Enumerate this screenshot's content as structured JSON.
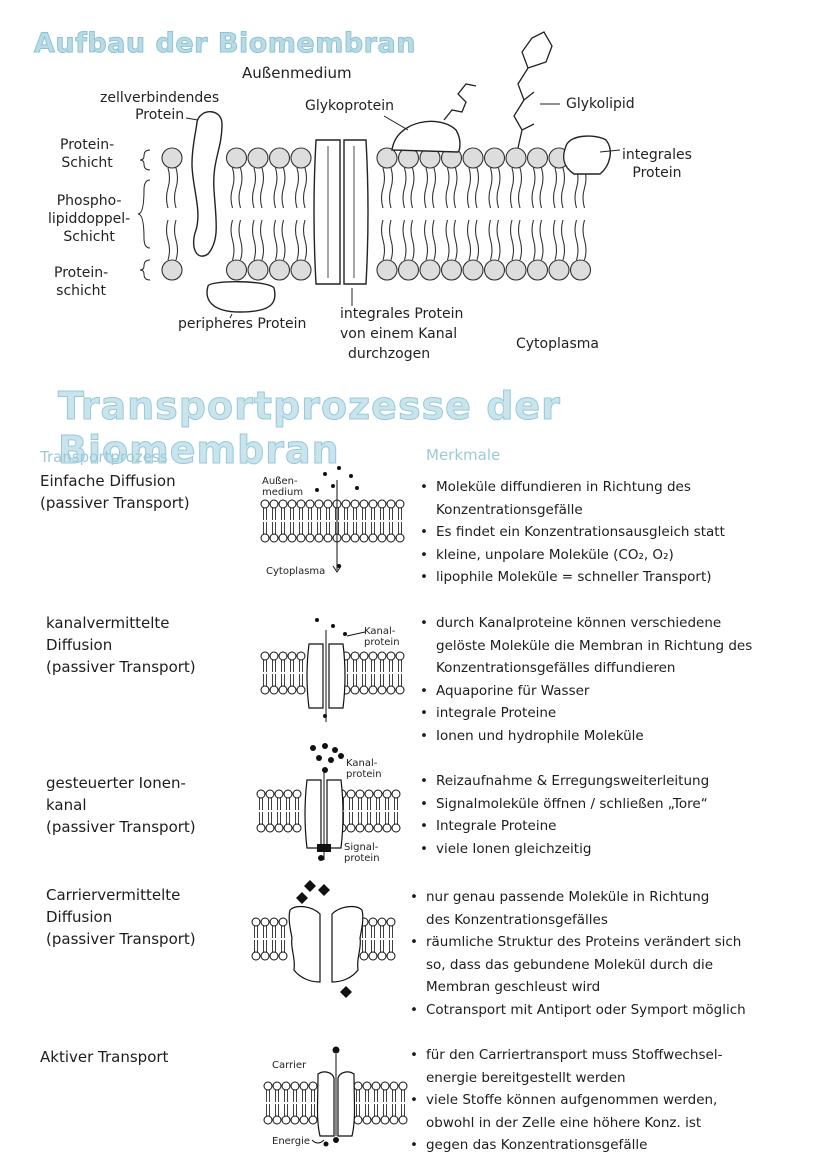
{
  "titles": {
    "main": "Aufbau der Biomembran",
    "transport": "Transportprozesse der Biomembran"
  },
  "membrane_labels": {
    "aussenmedium": "Außenmedium",
    "zellverbindend_1": "zellverbindendes",
    "zellverbindend_2": "Protein",
    "glykoprotein": "Glykoprotein",
    "glykolipid": "Glykolipid",
    "protein_schicht_top_1": "Protein-",
    "protein_schicht_top_2": "Schicht",
    "phospho_1": "Phospho-",
    "phospho_2": "lipiddoppel-",
    "phospho_3": "Schicht",
    "protein_schicht_bottom_1": "Protein-",
    "protein_schicht_bottom_2": "schicht",
    "integrales_1": "integrales",
    "integrales_2": "Protein",
    "peripheres": "peripheres Protein",
    "kanal_1": "integrales Protein",
    "kanal_2": "von einem Kanal",
    "kanal_3": "durchzogen",
    "cytoplasma": "Cytoplasma"
  },
  "table": {
    "col_process": "Transportprozess",
    "col_features": "Merkmale",
    "rows": [
      {
        "process": [
          "Einfache Diffusion",
          "(passiver Transport)"
        ],
        "diagram_labels": [
          "Außen-",
          "medium",
          "Cytoplasma"
        ],
        "features": [
          "Moleküle diffundieren in Richtung des",
          "Konzentrationsgefälle",
          "Es findet ein Konzentrationsausgleich statt",
          "kleine, unpolare Moleküle (CO₂, O₂)",
          "lipophile Moleküle = schneller Transport)"
        ]
      },
      {
        "process": [
          "kanalvermittelte",
          "Diffusion",
          "(passiver Transport)"
        ],
        "diagram_labels": [
          "Kanal-",
          "protein"
        ],
        "features": [
          "durch Kanalproteine können verschiedene",
          "gelöste Moleküle die Membran in Richtung des",
          "Konzentrationsgefälles diffundieren",
          "Aquaporine für Wasser",
          "integrale Proteine",
          "Ionen und hydrophile Moleküle"
        ]
      },
      {
        "process": [
          "gesteuerter Ionen-",
          "kanal",
          "(passiver Transport)"
        ],
        "diagram_labels": [
          "Kanal-",
          "protein",
          "Signal-",
          "protein"
        ],
        "features": [
          "Reizaufnahme & Erregungsweiterleitung",
          "Signalmoleküle öffnen / schließen „Tore“",
          "Integrale Proteine",
          "viele Ionen gleichzeitig"
        ]
      },
      {
        "process": [
          "Carriervermittelte",
          "Diffusion",
          "(passiver Transport)"
        ],
        "features": [
          "nur genau passende Moleküle in Richtung",
          "des Konzentrationsgefälles",
          "räumliche Struktur des Proteins verändert sich",
          "so, dass das gebundene Molekül durch die",
          "Membran geschleust wird",
          "Cotransport mit Antiport oder Symport möglich"
        ]
      },
      {
        "process": [
          "Aktiver Transport"
        ],
        "diagram_labels": [
          "Carrier",
          "Energie"
        ],
        "features": [
          "für den Carriertransport muss Stoffwechsel-",
          "energie bereitgestellt werden",
          "viele Stoffe können aufgenommen werden,",
          "obwohl in der Zelle eine höhere Konz. ist",
          "gegen das Konzentrationsgefälle"
        ]
      }
    ]
  }
}
